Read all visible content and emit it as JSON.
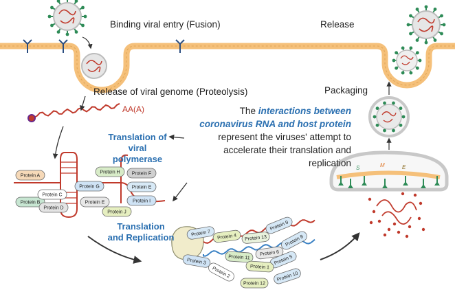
{
  "labels": {
    "binding": "Binding viral entry (Fusion)",
    "release": "Release",
    "release_genome": "Release of viral genome (Proteolysis)",
    "packaging": "Packaging",
    "poly_a": "AA(A)"
  },
  "headings": {
    "translation_polymerase_1": "Translation of",
    "translation_polymerase_2": "viral polymerase",
    "translation_replication_1": "Translation",
    "translation_replication_2": "and Replication"
  },
  "callout": {
    "prefix": "The ",
    "emphasis": "interactions between coronavirus RNA and host protein",
    "suffix": " represent the viruses' attempt to accelerate their translation and replication"
  },
  "membrane_letters": {
    "s": "S",
    "m": "M",
    "e": "E"
  },
  "polymerase_proteins": [
    {
      "label": "Protein A",
      "color": "#f6d9b8"
    },
    {
      "label": "Protein B",
      "color": "#c7e6d2"
    },
    {
      "label": "Protein C",
      "color": "#ffffff"
    },
    {
      "label": "Protein D",
      "color": "#e4e4e4"
    },
    {
      "label": "Protein G",
      "color": "#cfe3f5"
    },
    {
      "label": "Protein H",
      "color": "#d8ecc8"
    },
    {
      "label": "Protein E",
      "color": "#e8e8e8"
    },
    {
      "label": "Protein F",
      "color": "#d0d0d0"
    },
    {
      "label": "Protein E",
      "color": "#d8eaf7"
    },
    {
      "label": "Protein I",
      "color": "#cfe3f5"
    },
    {
      "label": "Protein J",
      "color": "#e6efc0"
    }
  ],
  "replication_proteins": [
    {
      "label": "Protein 7",
      "color": "#d6e8f6"
    },
    {
      "label": "Protein 4",
      "color": "#e6efc0"
    },
    {
      "label": "Protein 13",
      "color": "#e8f2dc"
    },
    {
      "label": "Protein 9",
      "color": "#d6e8f6"
    },
    {
      "label": "Protein 8",
      "color": "#d6e8f6"
    },
    {
      "label": "Protein 6",
      "color": "#e8e8e8"
    },
    {
      "label": "Protein 11",
      "color": "#d8ecc8"
    },
    {
      "label": "Protein 5",
      "color": "#d6e8f6"
    },
    {
      "label": "Protein 1",
      "color": "#e6efc0"
    },
    {
      "label": "Protein 3",
      "color": "#cfe3f5"
    },
    {
      "label": "Protein 2",
      "color": "#ffffff"
    },
    {
      "label": "Protein 12",
      "color": "#e6efc0"
    },
    {
      "label": "Protein 10",
      "color": "#d6e8f6"
    }
  ],
  "colors": {
    "membrane": "#f5c07a",
    "membrane_edge": "#e0a555",
    "virus_shell": "#cfcfcf",
    "spike": "#2e8b57",
    "rna": "#c0392b",
    "rna_blue": "#3b82c4",
    "arrow": "#333333",
    "heading": "#2a6fb0"
  }
}
